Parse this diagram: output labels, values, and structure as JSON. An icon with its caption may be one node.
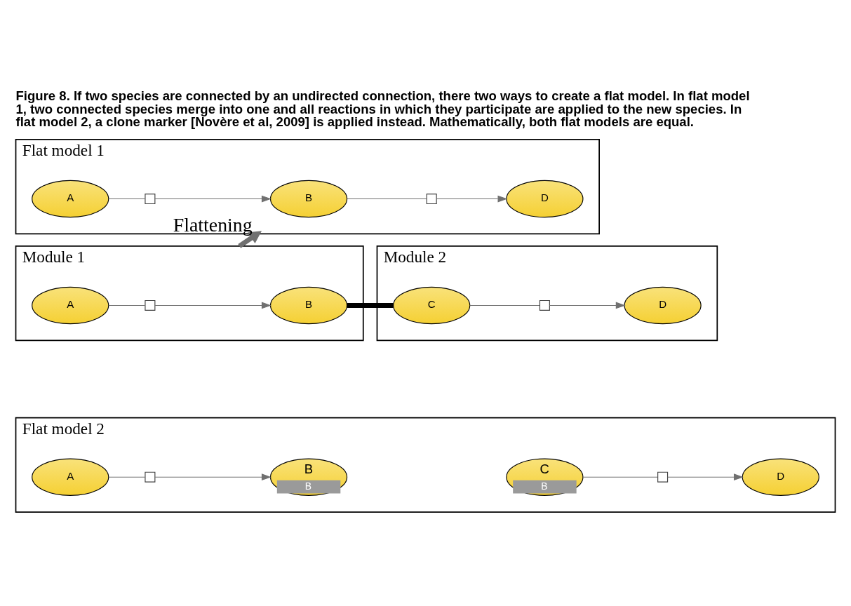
{
  "diagram": {
    "title": "Figure 8. If two species are connected by an undirected connection, there two ways to create a flat model. In flat model 1, two connected species merge into one and all reactions in which they participate are applied to the new species. In flat model 2, a clone marker [Novère et al, 2009] is applied instead. Mathematically, both flat models are equal.",
    "nodes": [
      {
        "text": [
          "Module 1"
        ]
      },
      {
        "text": [
          "A"
        ],
        "in": 0
      },
      {
        "text": [],
        "shape": "box",
        "in": 0
      },
      {
        "text": [
          "B"
        ],
        "in": 0
      },
      {
        "text": [
          "Module 2"
        ]
      },
      {
        "text": [
          "C"
        ],
        "in": 4
      },
      {
        "text": [],
        "shape": "box",
        "in": 4
      },
      {
        "text": [
          "D"
        ],
        "in": 4
      },
      {
        "text": [
          "Flat model 1"
        ]
      },
      {
        "text": [
          "A"
        ],
        "in": 8
      },
      {
        "text": [],
        "shape": "box",
        "in": 8
      },
      {
        "text": [
          "B"
        ],
        "in": 8
      },
      {
        "text": [],
        "shape": "box",
        "in": 8
      },
      {
        "text": [
          "D"
        ],
        "in": 8
      },
      {
        "text": [
          "Flat model 2"
        ]
      },
      {
        "text": [
          "A"
        ],
        "in": 14
      },
      {
        "text": [],
        "shape": "box",
        "in": 14
      },
      {
        "text": [
          "B",
          "B"
        ],
        "in": 14
      },
      {
        "text": [
          "C",
          "B"
        ],
        "in": 14
      },
      {
        "text": [],
        "shape": "box",
        "in": 14
      },
      {
        "text": [
          "D"
        ],
        "in": 14
      }
    ],
    "edges": [
      {
        "from": 1,
        "to": 2,
        "arrow": "none"
      },
      {
        "from": 2,
        "to": 3,
        "arrow": "to"
      },
      {
        "from": 3,
        "to": 5,
        "arrow": "none",
        "style": "thick",
        "color": "#000000"
      },
      {
        "from": 5,
        "to": 6,
        "arrow": "none"
      },
      {
        "from": 6,
        "to": 7,
        "arrow": "to"
      },
      {
        "from": 0,
        "to": 8,
        "arrow": "to",
        "label": "Flattening",
        "style": "thick",
        "color": "#707070"
      },
      {
        "from": 9,
        "to": 10,
        "arrow": "none"
      },
      {
        "from": 10,
        "to": 11,
        "arrow": "to"
      },
      {
        "from": 11,
        "to": 12,
        "arrow": "none"
      },
      {
        "from": 12,
        "to": 13,
        "arrow": "to"
      },
      {
        "from": 15,
        "to": 16,
        "arrow": "none"
      },
      {
        "from": 16,
        "to": 17,
        "arrow": "to"
      },
      {
        "from": 18,
        "to": 19,
        "arrow": "none"
      },
      {
        "from": 19,
        "to": 20,
        "arrow": "to"
      }
    ]
  }
}
